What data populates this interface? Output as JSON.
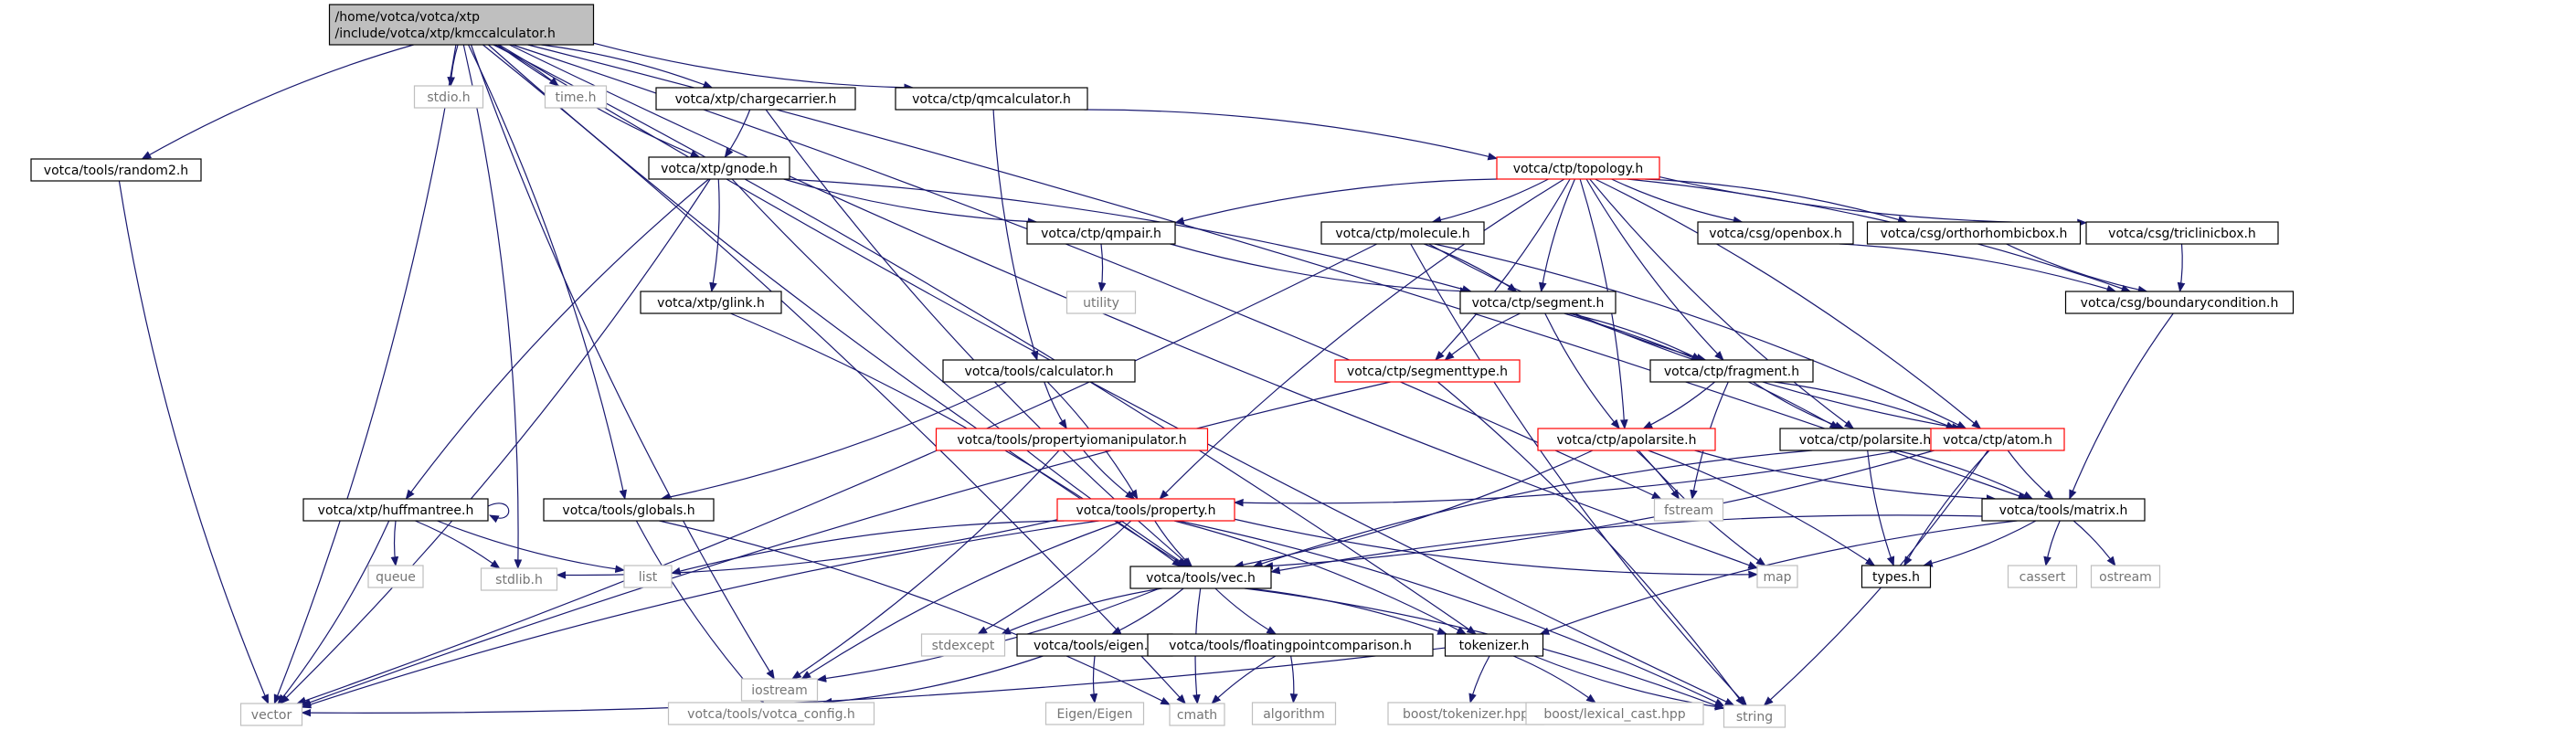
{
  "graph": {
    "accent": "#191970",
    "nodes": [
      {
        "id": "root",
        "label": "/home/votca/votca/xtp\n/include/votca/xtp/kmccalculator.h",
        "style": "root"
      },
      {
        "id": "vector",
        "label": "vector",
        "style": "sys"
      },
      {
        "id": "random2",
        "label": "votca/tools/random2.h",
        "style": "normal"
      },
      {
        "id": "stdlib",
        "label": "stdlib.h",
        "style": "sys"
      },
      {
        "id": "iostream",
        "label": "iostream",
        "style": "sys"
      },
      {
        "id": "cmath",
        "label": "cmath",
        "style": "sys"
      },
      {
        "id": "stdio",
        "label": "stdio.h",
        "style": "sys"
      },
      {
        "id": "time",
        "label": "time.h",
        "style": "sys"
      },
      {
        "id": "gnode",
        "label": "votca/xtp/gnode.h",
        "style": "normal"
      },
      {
        "id": "chargecarrier",
        "label": "votca/xtp/chargecarrier.h",
        "style": "normal"
      },
      {
        "id": "qmcalculator",
        "label": "votca/ctp/qmcalculator.h",
        "style": "normal"
      },
      {
        "id": "globals",
        "label": "votca/tools/globals.h",
        "style": "normal"
      },
      {
        "id": "vec",
        "label": "votca/tools/vec.h",
        "style": "normal"
      },
      {
        "id": "matrix",
        "label": "votca/tools/matrix.h",
        "style": "normal"
      },
      {
        "id": "map",
        "label": "map",
        "style": "sys"
      },
      {
        "id": "tokenizer",
        "label": "tokenizer.h",
        "style": "normal"
      },
      {
        "id": "string",
        "label": "string",
        "style": "sys"
      },
      {
        "id": "fstream",
        "label": "fstream",
        "style": "sys"
      },
      {
        "id": "huffmantree",
        "label": "votca/xtp/huffmantree.h",
        "style": "normal"
      },
      {
        "id": "glink",
        "label": "votca/xtp/glink.h",
        "style": "normal"
      },
      {
        "id": "qmpair",
        "label": "votca/ctp/qmpair.h",
        "style": "normal"
      },
      {
        "id": "segment",
        "label": "votca/ctp/segment.h",
        "style": "normal"
      },
      {
        "id": "queue",
        "label": "queue",
        "style": "sys"
      },
      {
        "id": "list",
        "label": "list",
        "style": "sys"
      },
      {
        "id": "votcaconfig",
        "label": "votca/tools/votca_config.h",
        "style": "sys"
      },
      {
        "id": "stdexcept",
        "label": "stdexcept",
        "style": "sys"
      },
      {
        "id": "eigen",
        "label": "votca/tools/eigen.h",
        "style": "normal"
      },
      {
        "id": "floatcmp",
        "label": "votca/tools/floatingpointcomparison.h",
        "style": "normal"
      },
      {
        "id": "eigeneigen",
        "label": "Eigen/Eigen",
        "style": "sys"
      },
      {
        "id": "algorithm",
        "label": "algorithm",
        "style": "sys"
      },
      {
        "id": "boosttok",
        "label": "boost/tokenizer.hpp",
        "style": "sys"
      },
      {
        "id": "boostlex",
        "label": "boost/lexical_cast.hpp",
        "style": "sys"
      },
      {
        "id": "types",
        "label": "types.h",
        "style": "normal"
      },
      {
        "id": "cassert",
        "label": "cassert",
        "style": "sys"
      },
      {
        "id": "ostream",
        "label": "ostream",
        "style": "sys"
      },
      {
        "id": "utility",
        "label": "utility",
        "style": "sys"
      },
      {
        "id": "topology",
        "label": "votca/ctp/topology.h",
        "style": "red"
      },
      {
        "id": "calculator",
        "label": "votca/tools/calculator.h",
        "style": "normal"
      },
      {
        "id": "propiomanip",
        "label": "votca/tools/propertyiomanipulator.h",
        "style": "red"
      },
      {
        "id": "property",
        "label": "votca/tools/property.h",
        "style": "red"
      },
      {
        "id": "molecule",
        "label": "votca/ctp/molecule.h",
        "style": "normal"
      },
      {
        "id": "segmenttype",
        "label": "votca/ctp/segmenttype.h",
        "style": "red"
      },
      {
        "id": "fragment",
        "label": "votca/ctp/fragment.h",
        "style": "normal"
      },
      {
        "id": "apolarsite",
        "label": "votca/ctp/apolarsite.h",
        "style": "red"
      },
      {
        "id": "polarsite",
        "label": "votca/ctp/polarsite.h",
        "style": "normal"
      },
      {
        "id": "atom",
        "label": "votca/ctp/atom.h",
        "style": "red"
      },
      {
        "id": "openbox",
        "label": "votca/csg/openbox.h",
        "style": "normal"
      },
      {
        "id": "orthobox",
        "label": "votca/csg/orthorhombicbox.h",
        "style": "normal"
      },
      {
        "id": "triclinic",
        "label": "votca/csg/triclinicbox.h",
        "style": "normal"
      },
      {
        "id": "boundary",
        "label": "votca/csg/boundarycondition.h",
        "style": "normal"
      }
    ],
    "edges": [
      [
        "root",
        "vector"
      ],
      [
        "root",
        "random2"
      ],
      [
        "root",
        "stdlib"
      ],
      [
        "root",
        "iostream"
      ],
      [
        "root",
        "cmath"
      ],
      [
        "root",
        "stdio"
      ],
      [
        "root",
        "time"
      ],
      [
        "root",
        "gnode"
      ],
      [
        "root",
        "chargecarrier"
      ],
      [
        "root",
        "qmcalculator"
      ],
      [
        "root",
        "globals"
      ],
      [
        "root",
        "vec"
      ],
      [
        "root",
        "matrix"
      ],
      [
        "root",
        "map"
      ],
      [
        "root",
        "tokenizer"
      ],
      [
        "root",
        "string"
      ],
      [
        "root",
        "fstream"
      ],
      [
        "random2",
        "vector"
      ],
      [
        "chargecarrier",
        "gnode"
      ],
      [
        "chargecarrier",
        "vec"
      ],
      [
        "gnode",
        "vector"
      ],
      [
        "gnode",
        "huffmantree"
      ],
      [
        "gnode",
        "glink"
      ],
      [
        "gnode",
        "qmpair"
      ],
      [
        "gnode",
        "segment"
      ],
      [
        "gnode",
        "vec"
      ],
      [
        "glink",
        "vec"
      ],
      [
        "huffmantree",
        "huffmantree"
      ],
      [
        "huffmantree",
        "vector"
      ],
      [
        "huffmantree",
        "queue"
      ],
      [
        "huffmantree",
        "stdlib"
      ],
      [
        "huffmantree",
        "list"
      ],
      [
        "qmcalculator",
        "topology"
      ],
      [
        "qmcalculator",
        "calculator"
      ],
      [
        "calculator",
        "globals"
      ],
      [
        "calculator",
        "propiomanip"
      ],
      [
        "calculator",
        "property"
      ],
      [
        "globals",
        "votcaconfig"
      ],
      [
        "globals",
        "cmath"
      ],
      [
        "propiomanip",
        "property"
      ],
      [
        "propiomanip",
        "iostream"
      ],
      [
        "property",
        "map"
      ],
      [
        "property",
        "string"
      ],
      [
        "property",
        "list"
      ],
      [
        "property",
        "stdlib"
      ],
      [
        "property",
        "iostream"
      ],
      [
        "property",
        "stdexcept"
      ],
      [
        "property",
        "vec"
      ],
      [
        "property",
        "tokenizer"
      ],
      [
        "property",
        "vector"
      ],
      [
        "vec",
        "iostream"
      ],
      [
        "vec",
        "cmath"
      ],
      [
        "vec",
        "string"
      ],
      [
        "vec",
        "stdexcept"
      ],
      [
        "vec",
        "eigen"
      ],
      [
        "vec",
        "floatcmp"
      ],
      [
        "vec",
        "tokenizer"
      ],
      [
        "eigen",
        "eigeneigen"
      ],
      [
        "eigen",
        "votcaconfig"
      ],
      [
        "floatcmp",
        "cmath"
      ],
      [
        "floatcmp",
        "algorithm"
      ],
      [
        "tokenizer",
        "string"
      ],
      [
        "tokenizer",
        "vector"
      ],
      [
        "tokenizer",
        "boosttok"
      ],
      [
        "tokenizer",
        "boostlex"
      ],
      [
        "topology",
        "qmpair"
      ],
      [
        "topology",
        "molecule"
      ],
      [
        "topology",
        "segment"
      ],
      [
        "topology",
        "segmenttype"
      ],
      [
        "topology",
        "fragment"
      ],
      [
        "topology",
        "apolarsite"
      ],
      [
        "topology",
        "polarsite"
      ],
      [
        "topology",
        "atom"
      ],
      [
        "topology",
        "openbox"
      ],
      [
        "topology",
        "orthobox"
      ],
      [
        "topology",
        "triclinic"
      ],
      [
        "topology",
        "boundary"
      ],
      [
        "topology",
        "property"
      ],
      [
        "qmpair",
        "utility"
      ],
      [
        "qmpair",
        "segment"
      ],
      [
        "molecule",
        "segment"
      ],
      [
        "molecule",
        "fragment"
      ],
      [
        "molecule",
        "atom"
      ],
      [
        "molecule",
        "string"
      ],
      [
        "molecule",
        "vector"
      ],
      [
        "segment",
        "segmenttype"
      ],
      [
        "segment",
        "fragment"
      ],
      [
        "segment",
        "apolarsite"
      ],
      [
        "segment",
        "polarsite"
      ],
      [
        "segment",
        "atom"
      ],
      [
        "segmenttype",
        "string"
      ],
      [
        "segmenttype",
        "vector"
      ],
      [
        "fragment",
        "apolarsite"
      ],
      [
        "fragment",
        "polarsite"
      ],
      [
        "fragment",
        "atom"
      ],
      [
        "fragment",
        "fstream"
      ],
      [
        "apolarsite",
        "vec"
      ],
      [
        "apolarsite",
        "matrix"
      ],
      [
        "apolarsite",
        "fstream"
      ],
      [
        "apolarsite",
        "map"
      ],
      [
        "apolarsite",
        "types"
      ],
      [
        "polarsite",
        "vec"
      ],
      [
        "polarsite",
        "matrix"
      ],
      [
        "polarsite",
        "types"
      ],
      [
        "atom",
        "vec"
      ],
      [
        "atom",
        "matrix"
      ],
      [
        "atom",
        "property"
      ],
      [
        "atom",
        "types"
      ],
      [
        "atom",
        "string"
      ],
      [
        "matrix",
        "vec"
      ],
      [
        "matrix",
        "types"
      ],
      [
        "matrix",
        "cassert"
      ],
      [
        "matrix",
        "ostream"
      ],
      [
        "matrix",
        "tokenizer"
      ],
      [
        "openbox",
        "boundary"
      ],
      [
        "orthobox",
        "boundary"
      ],
      [
        "triclinic",
        "boundary"
      ],
      [
        "boundary",
        "matrix"
      ]
    ]
  }
}
